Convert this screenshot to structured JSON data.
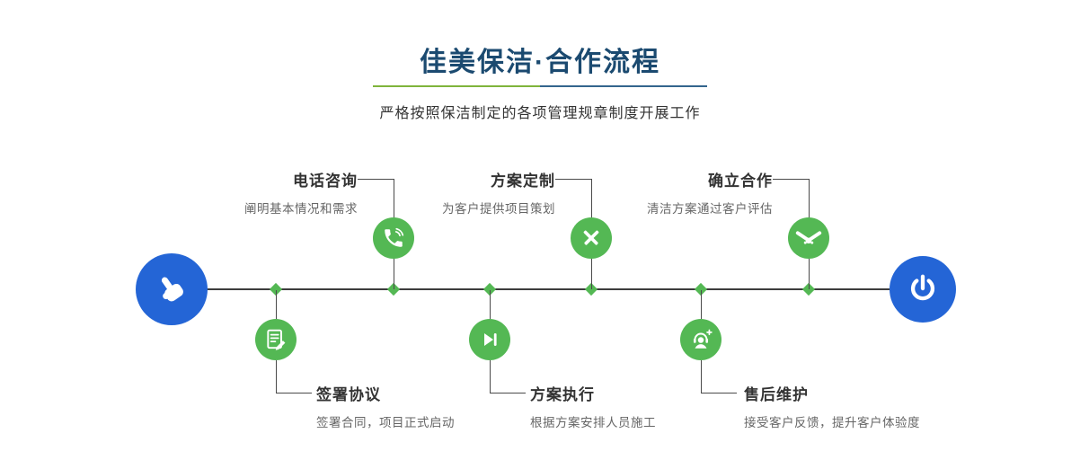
{
  "header": {
    "title": "佳美保洁·合作流程",
    "subtitle": "严格按照保洁制定的各项管理规章制度开展工作"
  },
  "colors": {
    "title_navy": "#1b4a70",
    "accent_green": "#54b854",
    "accent_blue": "#2465d6",
    "divider_green": "#7fb43c",
    "divider_blue": "#33658d",
    "connector_dark": "#4a4a4a",
    "step_title_color": "#333333",
    "step_desc_color": "#666666"
  },
  "timeline": {
    "start_icon": "hand-pointer-icon",
    "end_icon": "power-icon",
    "top_steps": [
      {
        "title": "电话咨询",
        "desc": "阐明基本情况和需求",
        "icon": "phone-icon"
      },
      {
        "title": "方案定制",
        "desc": "为客户提供项目策划",
        "icon": "pencil-ruler-icon"
      },
      {
        "title": "确立合作",
        "desc": "清洁方案通过客户评估",
        "icon": "handshake-icon"
      }
    ],
    "bottom_steps": [
      {
        "title": "签署协议",
        "desc": "签署合同，项目正式启动",
        "icon": "contract-icon"
      },
      {
        "title": "方案执行",
        "desc": "根据方案安排人员施工",
        "icon": "play-next-icon"
      },
      {
        "title": "售后维护",
        "desc": "接受客户反馈，提升客户体验度",
        "icon": "headset-plus-icon"
      }
    ]
  }
}
